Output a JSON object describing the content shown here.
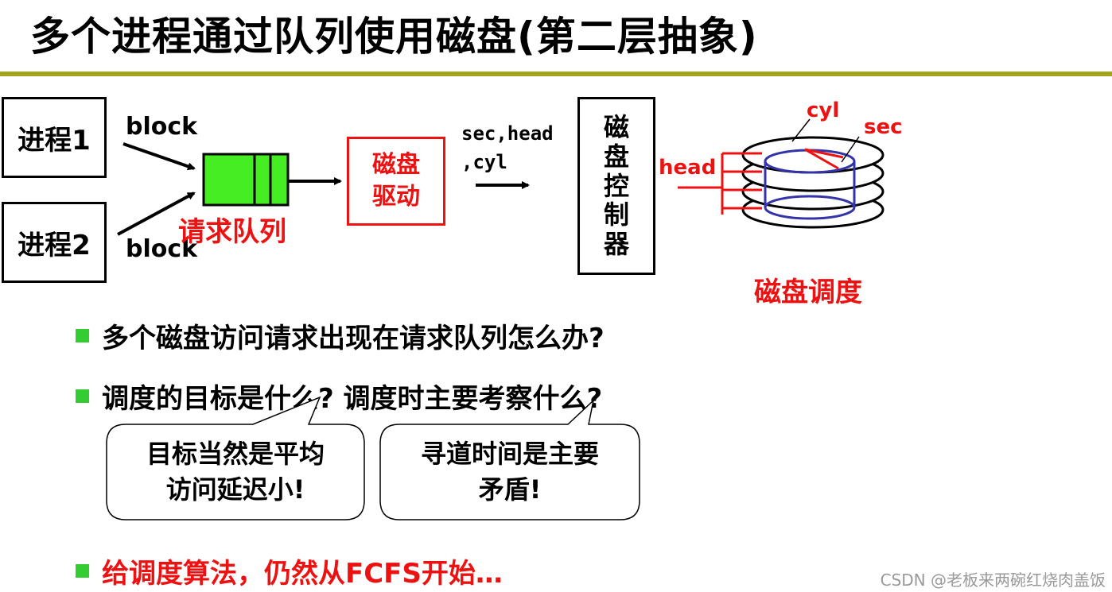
{
  "slide": {
    "title": "多个进程通过队列使用磁盘(第二层抽象)"
  },
  "diagram": {
    "process1": "进程1",
    "process2": "进程2",
    "block_top": "block",
    "block_bottom": "block",
    "queue_label": "请求队列",
    "driver_line1": "磁盘",
    "driver_line2": "驱动",
    "params_line1": "sec,head",
    "params_line2": ",cyl",
    "controller_chars": [
      "磁",
      "盘",
      "控",
      "制",
      "器"
    ],
    "disk_cyl": "cyl",
    "disk_sec": "sec",
    "disk_head": "head",
    "scheduling_label": "磁盘调度",
    "colors": {
      "accent_red": "#ee1111",
      "queue_green": "#44ee22",
      "rule_olive": "#a3a320",
      "bullet_green": "#33cc33",
      "disk_blue": "#3333aa"
    }
  },
  "bullets": [
    {
      "text": "多个磁盘访问请求出现在请求队列怎么办?"
    },
    {
      "text": "调度的目标是什么? 调度时主要考察什么?"
    },
    {
      "text": "给调度算法，仍然从FCFS开始…"
    }
  ],
  "callouts": [
    {
      "line1": "目标当然是平均",
      "line2": "访问延迟小!"
    },
    {
      "line1": "寻道时间是主要",
      "line2": "矛盾!"
    }
  ],
  "watermark": "CSDN @老板来两碗红烧肉盖饭"
}
